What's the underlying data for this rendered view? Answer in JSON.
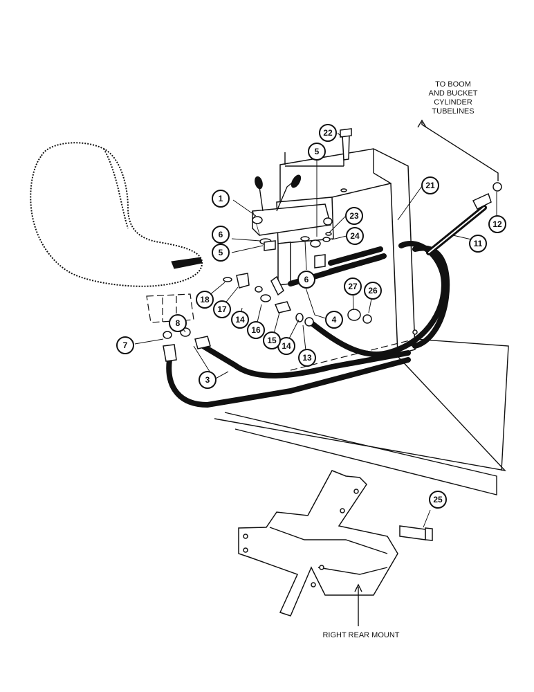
{
  "notes": {
    "boom_bucket": "TO BOOM\nAND BUCKET\nCYLINDER\nTUBELINES",
    "right_rear_mount": "RIGHT REAR MOUNT"
  },
  "callouts": [
    {
      "id": "c1",
      "label": "1"
    },
    {
      "id": "c3",
      "label": "3"
    },
    {
      "id": "c4",
      "label": "4"
    },
    {
      "id": "c5a",
      "label": "5"
    },
    {
      "id": "c5b",
      "label": "5"
    },
    {
      "id": "c6a",
      "label": "6"
    },
    {
      "id": "c6b",
      "label": "6"
    },
    {
      "id": "c7",
      "label": "7"
    },
    {
      "id": "c8",
      "label": "8"
    },
    {
      "id": "c11",
      "label": "11"
    },
    {
      "id": "c12",
      "label": "12"
    },
    {
      "id": "c13",
      "label": "13"
    },
    {
      "id": "c14a",
      "label": "14"
    },
    {
      "id": "c14b",
      "label": "14"
    },
    {
      "id": "c15",
      "label": "15"
    },
    {
      "id": "c16",
      "label": "16"
    },
    {
      "id": "c17",
      "label": "17"
    },
    {
      "id": "c18",
      "label": "18"
    },
    {
      "id": "c21",
      "label": "21"
    },
    {
      "id": "c22",
      "label": "22"
    },
    {
      "id": "c23",
      "label": "23"
    },
    {
      "id": "c24",
      "label": "24"
    },
    {
      "id": "c25",
      "label": "25"
    },
    {
      "id": "c26",
      "label": "26"
    },
    {
      "id": "c27",
      "label": "27"
    }
  ]
}
